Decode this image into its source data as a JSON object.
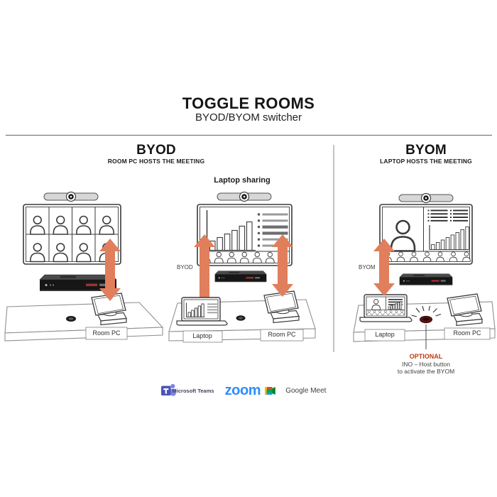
{
  "title": {
    "main": "TOGGLE ROOMS",
    "subtitle": "BYOD/BYOM switcher"
  },
  "byod": {
    "heading": "BYOD",
    "subheading": "ROOM PC HOSTS THE MEETING",
    "laptop_sharing_caption": "Laptop sharing",
    "arrow_label": "BYOD",
    "room_pc_label": "Room PC",
    "laptop_label": "Laptop",
    "room_pc_label_2": "Room PC"
  },
  "byom": {
    "heading": "BYOM",
    "subheading": "LAPTOP HOSTS THE MEETING",
    "arrow_label": "BYOM",
    "laptop_label": "Laptop",
    "room_pc_label": "Room PC",
    "optional_title": "OPTIONAL",
    "optional_line1": "INO – Host button",
    "optional_line2": "to activate the BYOM"
  },
  "platforms": {
    "teams_label": "Microsoft Teams",
    "zoom_label": "zoom",
    "meet_label": "Google Meet"
  },
  "colors": {
    "arrow_salmon": "#E17E5C",
    "optional_red": "#C13A10",
    "zoom_blue": "#2D8CFF",
    "teams_purple": "#4B53BC",
    "teams_lilac": "#7B83EB",
    "meet_green": "#00AC47",
    "outline_dark": "#3A3A3A",
    "table_gray": "#8F8F8F",
    "divider_gray": "#9B9B9B"
  },
  "icons": {
    "camera_bar": "video-bar-icon",
    "participant": "person-icon",
    "switch_arrow": "toggle-arrow-icon",
    "switcher_device": "av-switcher-icon",
    "touch_panel": "touch-panel-icon",
    "table_mic": "table-mic-icon",
    "host_button": "host-button-glow-icon",
    "teams": "microsoft-teams-icon",
    "meet": "google-meet-icon"
  }
}
